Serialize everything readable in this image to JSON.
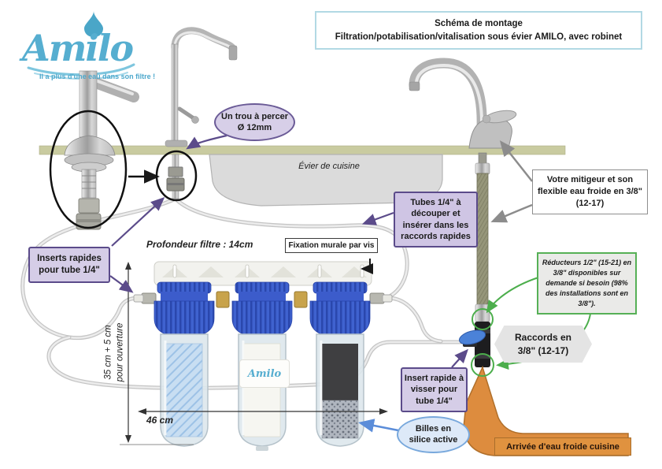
{
  "brand": {
    "name": "Amilo",
    "tagline": "Il a plus d'une eau dans son filtre !"
  },
  "title": {
    "line1": "Schéma de montage",
    "line2": "Filtration/potabilisation/vitalisation sous évier AMILO, avec robinet"
  },
  "callouts": {
    "hole_line1": "Un trou à percer",
    "hole_line2": "Ø 12mm",
    "sink": "Évier de cuisine",
    "mixer": "Votre mitigeur et son flexible eau froide en 3/8\" (12-17)",
    "tubes": "Tubes 1/4\" à découper et insérer dans les raccords rapides",
    "inserts": "Inserts rapides pour tube 1/4\"",
    "depth": "Profondeur filtre : 14cm",
    "wall_mount": "Fixation murale par vis",
    "reducers": "Réducteurs 1/2\" (15-21) en 3/8\" disponibles sur demande si besoin (98% des installations sont en 3/8\").",
    "fittings_line1": "Raccords en",
    "fittings_line2": "3/8\" (12-17)",
    "insert_screw": "Insert rapide à visser pour tube 1/4\"",
    "silica_line1": "Billes en",
    "silica_line2": "silice active",
    "cold_water": "Arrivée d'eau froide cuisine"
  },
  "dimensions": {
    "height_line1": "35 cm + 5 cm",
    "height_line2": "pour  ouverture",
    "width": "46 cm"
  },
  "filter_label": "Amilo",
  "colors": {
    "purple": "#5b4b8a",
    "purple_fill": "#d5cde7",
    "green": "#4cae4c",
    "blue_accent": "#78a8dc",
    "orange": "#dd8c3e",
    "counter": "#c9cba0",
    "brand_blue": "#56aed0"
  }
}
